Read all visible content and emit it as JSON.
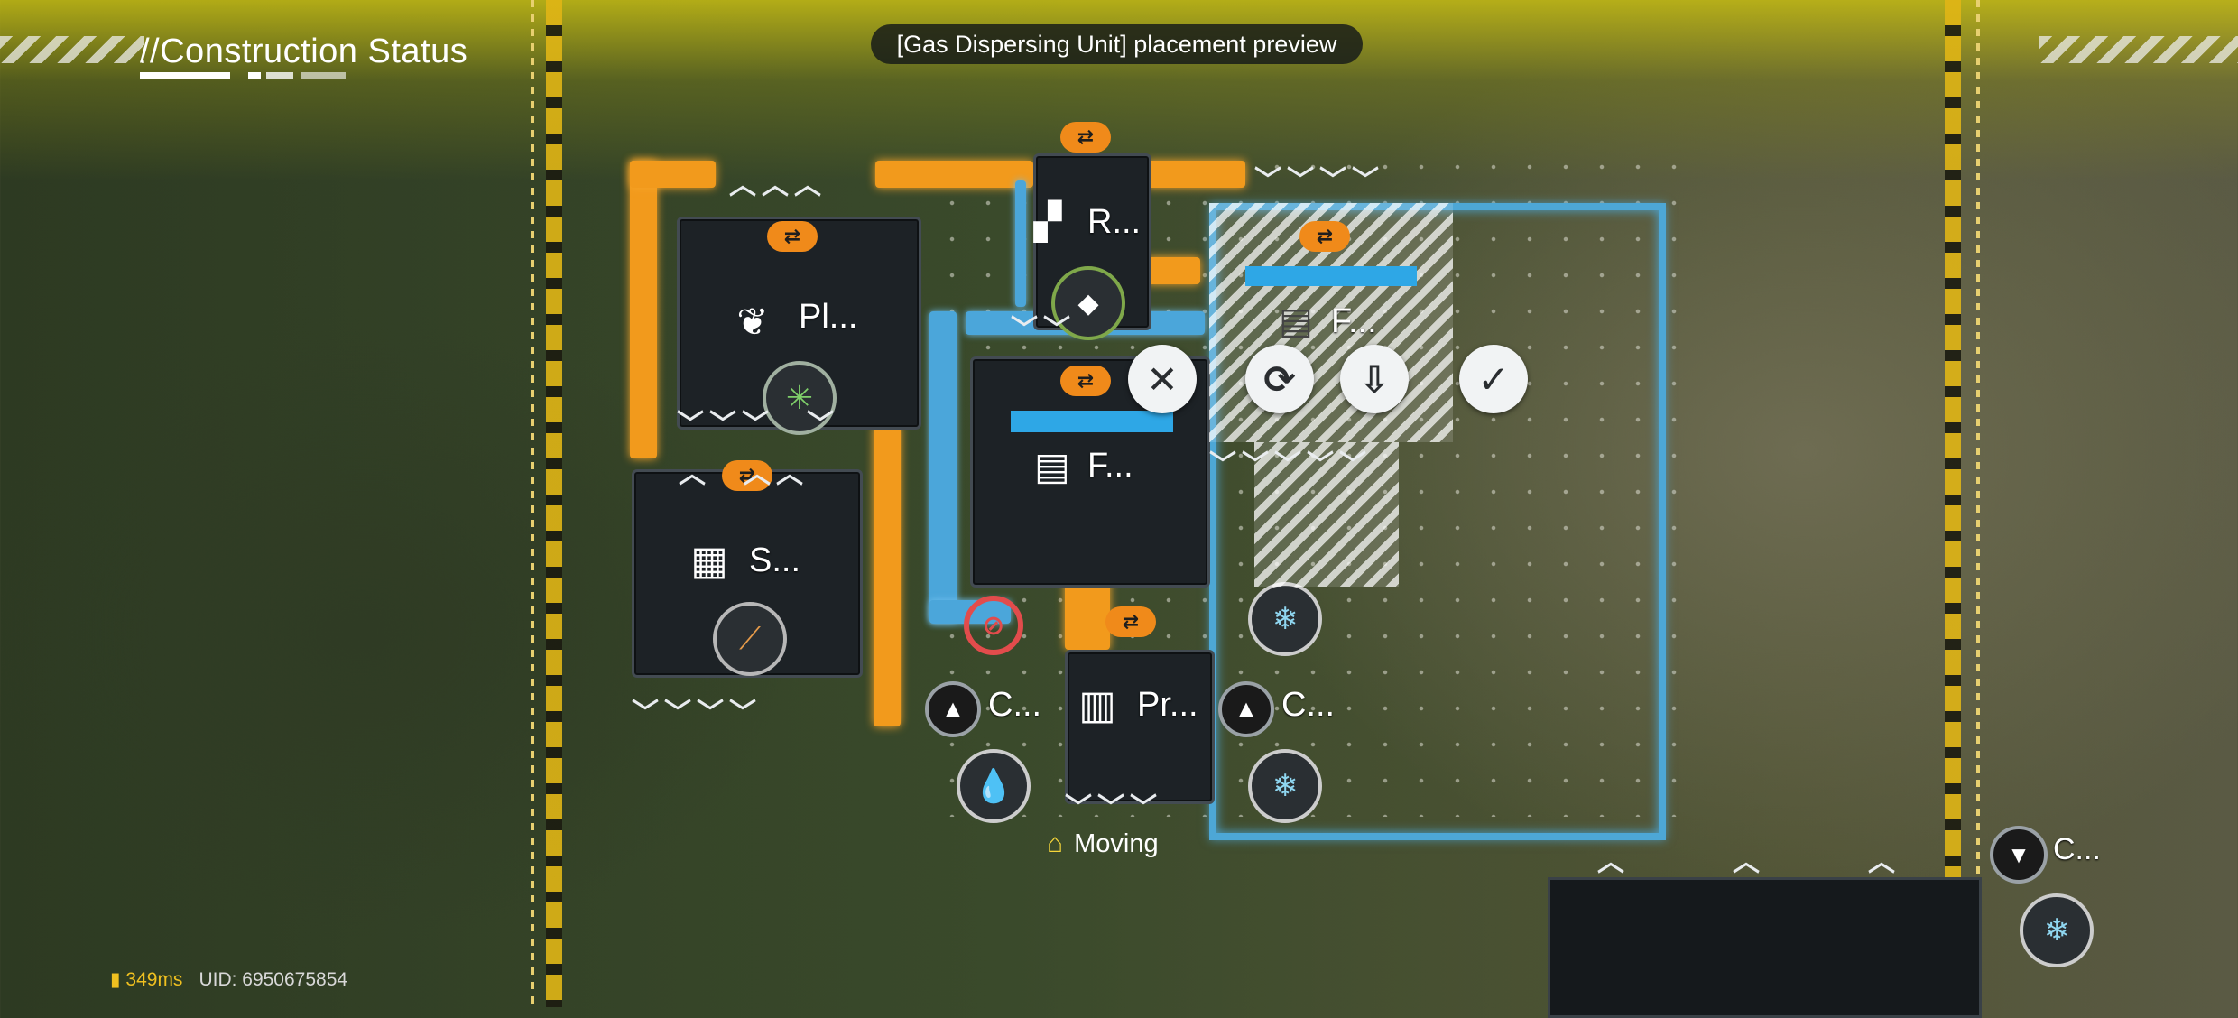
{
  "hud": {
    "title": "//Construction Status",
    "placement_preview": "[Gas Dispersing Unit] placement preview",
    "moving_label": "Moving",
    "ping": "349ms",
    "uid": "UID: 6950675854"
  },
  "buildings": {
    "refinery_label": "R...",
    "planter_label": "Pl...",
    "filter_top_label": "F...",
    "filter_mid_label": "F...",
    "seed_label": "S...",
    "collector_left_label": "C...",
    "collector_right_label": "C...",
    "processor_label": "Pr...",
    "collector_far_label": "C..."
  },
  "actions": {
    "cancel_icon": "close-icon",
    "rotate_icon": "rotate-icon",
    "store_icon": "store-icon",
    "confirm_icon": "check-icon"
  },
  "colors": {
    "accent_yellow": "#e0b515",
    "pipe_orange": "#f29a1c",
    "pipe_blue": "#4ba6da",
    "ping_yellow": "#f0c020"
  }
}
